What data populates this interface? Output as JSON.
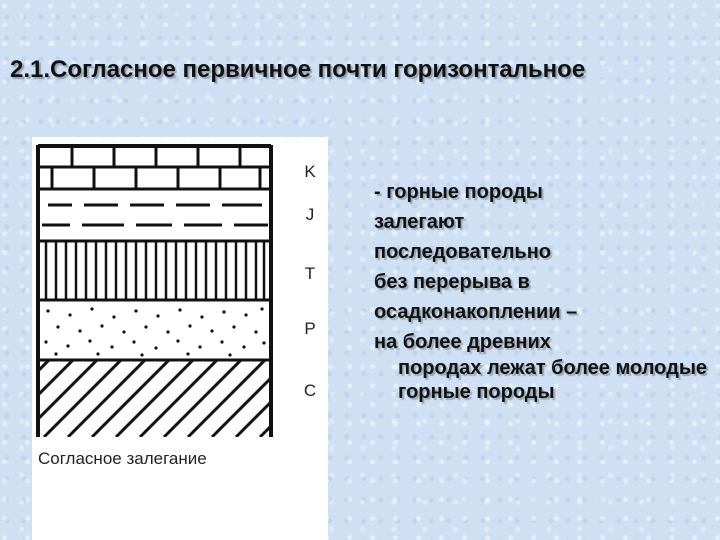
{
  "title": "2.1.Согласное первичное почти горизонтальное",
  "figure": {
    "caption": "Согласное залегание",
    "layers": [
      "K",
      "J",
      "T",
      "P",
      "C"
    ]
  },
  "description": {
    "lines": [
      "- горные породы",
      "залегают",
      "последовательно",
      "без перерыва в",
      "осадконакоплении –",
      "на более древних"
    ],
    "continuation": "породах лежат более молодые горные породы"
  }
}
